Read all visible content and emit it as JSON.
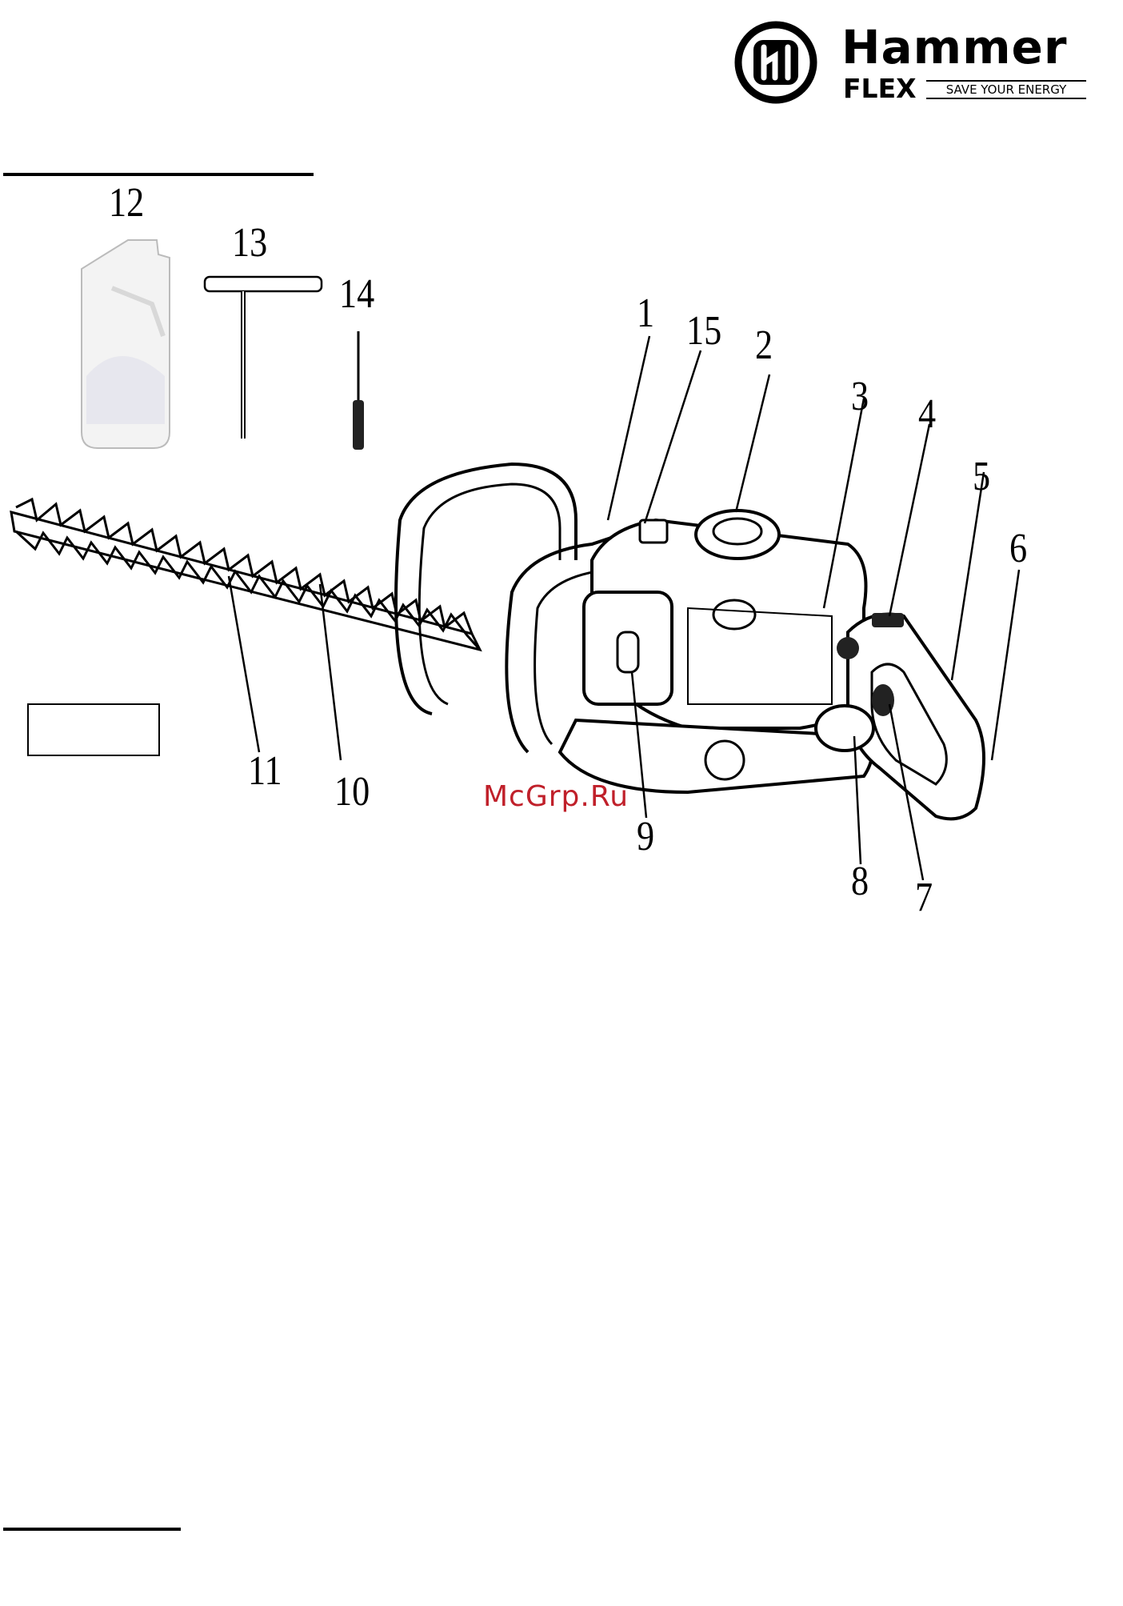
{
  "brand": {
    "name": "Hammer",
    "sub": "FLEX",
    "slogan": "SAVE YOUR ENERGY"
  },
  "watermark": "McGrp.Ru",
  "callouts": {
    "c1": "1",
    "c2": "2",
    "c3": "3",
    "c4": "4",
    "c5": "5",
    "c6": "6",
    "c7": "7",
    "c8": "8",
    "c9": "9",
    "c10": "10",
    "c11": "11",
    "c12": "12",
    "c13": "13",
    "c14": "14",
    "c15": "15"
  },
  "colors": {
    "ink": "#000000",
    "watermark": "#c0202a",
    "bottle": "#f3f3f3"
  }
}
